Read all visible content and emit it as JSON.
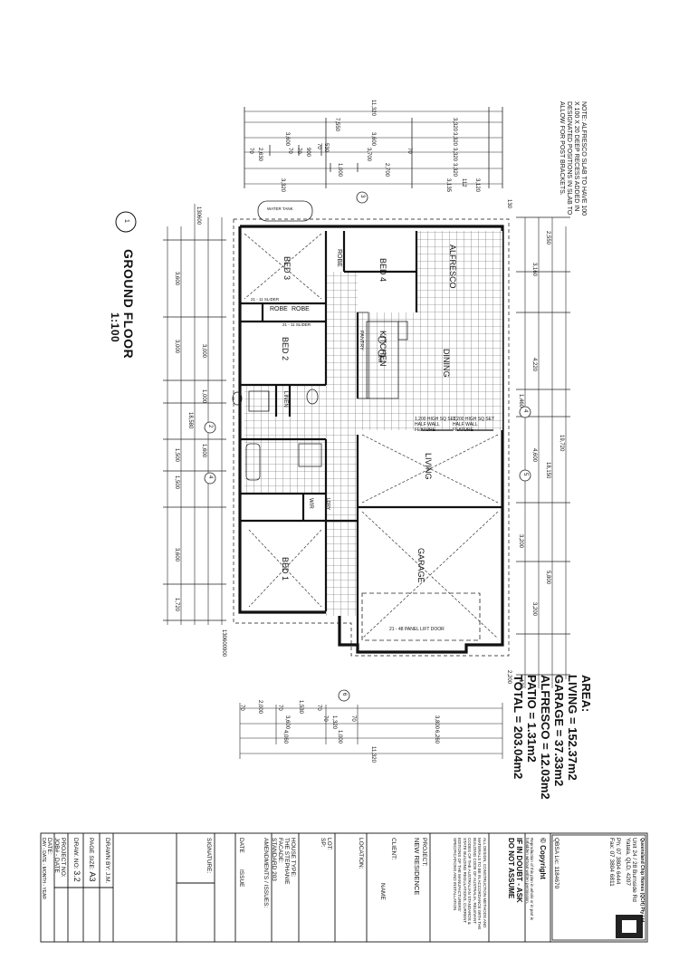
{
  "note": {
    "lines": [
      "NOTE: ALFRESCO SLAB TO HAVE 100",
      "X 100 X 20 DEEP RECESS ADDED IN",
      "DESIGNATED POSITIONS IN SLAB TO",
      "ALLOW FOR POST BRACKETS."
    ]
  },
  "view": {
    "title": "GROUND FLOOR",
    "scale": "1:100",
    "marker": "1"
  },
  "rooms": {
    "bed3": "BED 3",
    "bed4": "BED 4",
    "alfresco": "ALFRESCO",
    "robe1": "ROBE",
    "robe2": "ROBE",
    "robe3": "ROBE",
    "bed2": "BED 2",
    "kitchen": "KITCHEN",
    "dining": "DINING",
    "pantry": "PANTRY",
    "linen": "LINEN",
    "living": "LIVING",
    "wir": "WIR",
    "bed1": "BED 1",
    "garage": "GARAGE",
    "dw": "DW",
    "ldry": "LDRY"
  },
  "features": {
    "wall1": "1,200 HIGH SQ SET HALF WALL FEATURE",
    "wall2": "1,200 HIGH SQ SET HALF WALL FEATURE",
    "garage_door": "21 - 48 PANEL LIFT DOOR",
    "slider1": "21 - 11 SLIDER",
    "slider2": "21 - 11 SLIDER",
    "water_tank": "WATER TANK"
  },
  "dims_top": {
    "overall": "11,320",
    "row2": [
      "7,550",
      "3,320"
    ],
    "row3": [
      "3,600",
      "3,600",
      "3,320"
    ],
    "row4": [
      "70",
      "2,630",
      "70",
      "70",
      "900",
      "70",
      "530",
      "3,700",
      "70",
      "3,320"
    ],
    "row5": [
      "1,000",
      "2,700",
      "3,320"
    ],
    "row6": [
      "3,320",
      "3,135",
      "112",
      "3,120"
    ]
  },
  "dims_bottom": {
    "row1": [
      "70",
      "2,000",
      "70",
      "1,530",
      "70"
    ],
    "row2": [
      "3,600",
      "70",
      "1,320",
      "70",
      "3,800"
    ],
    "row3": [
      "4,060",
      "1,000",
      "6,260"
    ],
    "overall": "11,320"
  },
  "dims_left": {
    "overall": "18,580",
    "segments": [
      "3,600",
      "3,000",
      "3,000",
      "1,000",
      "1,600",
      "1,500",
      "1,500",
      "3,600",
      "1,720"
    ],
    "small": [
      "130",
      "600",
      "130",
      "600",
      "900"
    ]
  },
  "dims_right": {
    "overall": "19,720",
    "mid": "18,150",
    "segments": [
      "2,550",
      "3,160",
      "4,220",
      "1,460",
      "4,600",
      "3,200",
      "5,800",
      "3,200"
    ],
    "small": [
      "130",
      "2,200",
      "130"
    ]
  },
  "grid_markers": [
    "1",
    "2",
    "3",
    "4",
    "5",
    "6"
  ],
  "area": {
    "heading": "AREA:",
    "lines": [
      "LIVING = 152.37m2",
      "GARAGE = 37.33m2",
      "ALFRESCO = 12.03m2",
      "PATIO = 1.31m2",
      "TOTAL = 203.04m2"
    ]
  },
  "titleblock": {
    "company": "Queensland Chip Homes (QCH) Pty Ltd",
    "address": [
      "Unit 24 / 28 Burnside Rd",
      "Yatala, QLD, 4207"
    ],
    "phone": "Ph: 07 3804 6444",
    "fax": "Fax: 07 3804 6811",
    "licence": "QBSA Lic: 1184670",
    "copyright": "© Copyright",
    "copyright_text": "Reproduction of this plan in whole or in part is forbidden without written permission.",
    "warning": [
      "IF IN DOUBT - ASK",
      "DO NOT ASSUME"
    ],
    "compliance": "ALL DESIGN, CONSTRUCTION METHODS AND MATERIALS TO BE IN ACCORDANCE WITH THE BUILDING CODE OF AUSTRALIA, RELEVANT CODES OF THE AUSTRALIAN STANDARDS & STATE BUILDING REGULATIONS, CURRENT EDITIONS OF THE MANUFACTURERS' SPECIFICATIONS AND INSTALLATION",
    "project_label": "PROJECT:",
    "project": "NEW RESIDENCE",
    "client_label": "CLIENT:",
    "name_label": "NAME",
    "location_label": "LOCATION:",
    "lot_label": "LOT:",
    "sp_label": "SP:",
    "house_type_label": "HOUSE TYPE:",
    "house_type": [
      "THE STEPHANIE",
      "FACADE:",
      "STANDARD 203"
    ],
    "amendments_label": "AMENDMENTS / ISSUES:",
    "date_label": "DATE",
    "issue_label": "ISSUE",
    "signature_label": "SIGNATURE:",
    "drawn_by": "DRAWN BY: J.M.",
    "page_size_label": "PAGE SIZE:",
    "page_size": "A3",
    "draw_no_label": "DRAW. NO:",
    "draw_no": "3.2",
    "project_no_label": "PROJECT NO:",
    "project_no": "JOB# - DATE",
    "date2_label": "DATE:",
    "date2": "DAY - DATE - MONTH - YEAR"
  }
}
